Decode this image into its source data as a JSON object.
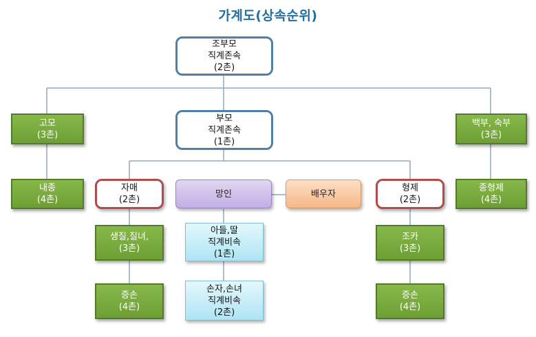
{
  "title": "가계도(상속순위)",
  "nodes": {
    "grandparents": {
      "line1": "조부모",
      "line2": "직계존속",
      "line3": "(2촌)"
    },
    "parents": {
      "line1": "부모",
      "line2": "직계존속",
      "line3": "(1촌)"
    },
    "aunt": {
      "line1": "고모",
      "line2": "(3촌)"
    },
    "uncle": {
      "line1": "백부, 숙부",
      "line2": "(3촌)"
    },
    "cousin_aunt": {
      "line1": "내종",
      "line2": "(4촌)"
    },
    "cousin_uncle": {
      "line1": "종형제",
      "line2": "(4촌)"
    },
    "sisters": {
      "line1": "자매",
      "line2": "(2촌)"
    },
    "deceased": {
      "line1": "망인"
    },
    "spouse": {
      "line1": "배우자"
    },
    "brothers": {
      "line1": "형제",
      "line2": "(2촌)"
    },
    "sister_children": {
      "line1": "생질,질녀,",
      "line2": "(3촌)"
    },
    "children": {
      "line1": "아들,딸",
      "line2": "직계비속",
      "line3": "(1촌)"
    },
    "nephew": {
      "line1": "조카",
      "line2": "(3촌)"
    },
    "grandchildren_left": {
      "line1": "증손",
      "line2": "(4촌)"
    },
    "grandchildren": {
      "line1": "손자,손녀",
      "line2": "직계비속",
      "line3": "(2촌)"
    },
    "grandchildren_right": {
      "line1": "증손",
      "line2": "(4촌)"
    }
  }
}
